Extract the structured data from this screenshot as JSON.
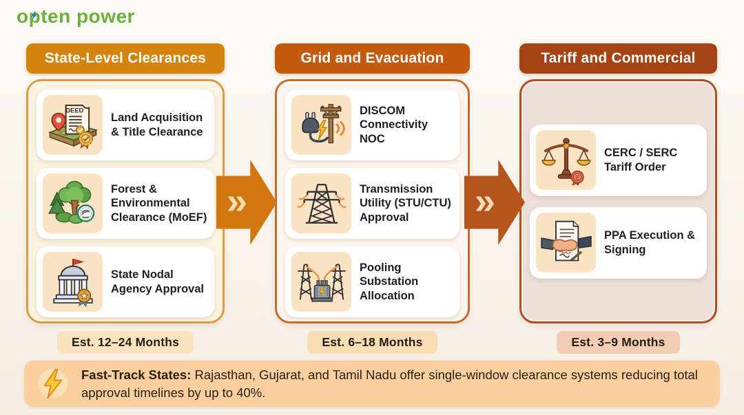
{
  "logo": {
    "part1": "o",
    "part2": "p",
    "part3": "ten power"
  },
  "columns": [
    {
      "header": "State-Level Clearances",
      "estimate": "Est. 12–24 Months",
      "items": [
        {
          "icon": "deed-document-icon",
          "label": "Land Acquisition & Title Clearance"
        },
        {
          "icon": "forest-icon",
          "label": "Forest & Environmental Clearance (MoEF)"
        },
        {
          "icon": "government-building-icon",
          "label": "State Nodal Agency Approval"
        }
      ]
    },
    {
      "header": "Grid and Evacuation",
      "estimate": "Est. 6–18 Months",
      "items": [
        {
          "icon": "plug-pole-icon",
          "label": "DISCOM Connectivity NOC"
        },
        {
          "icon": "transmission-tower-icon",
          "label": "Transmission Utility (STU/CTU) Approval"
        },
        {
          "icon": "substation-icon",
          "label": "Pooling Substation Allocation"
        }
      ]
    },
    {
      "header": "Tariff and Commercial",
      "estimate": "Est. 3–9 Months",
      "items": [
        {
          "icon": "scales-icon",
          "label": "CERC / SERC Tariff Order"
        },
        {
          "icon": "handshake-icon",
          "label": "PPA Execution & Signing"
        }
      ]
    }
  ],
  "arrows": {
    "chevron_glyph": "»"
  },
  "icons": {
    "deed_text": "DEED"
  },
  "banner": {
    "title": "Fast-Track States:",
    "text": " Rajasthan, Gujarat, and Tamil Nadu offer single-window clearance systems reducing total approval timelines by up to 40%."
  },
  "colors": {
    "header_state_level": "#d5830f",
    "header_grid_evacuation": "#c35a0e",
    "header_tariff_commercial": "#a64315",
    "arrow_1": "#d2770e",
    "arrow_2": "#b5541b",
    "panel_1_bg": "#fdf3e2",
    "panel_1_border": "#e09a3d",
    "panel_2_bg": "#fdf6ef",
    "panel_2_border": "#c96b2b",
    "panel_3_bg": "#ece0d8",
    "panel_3_border": "#b0511d",
    "estimate_1_bg": "#fae3bd",
    "estimate_2_bg": "#f8dcb2",
    "estimate_3_bg": "#f2cdb4",
    "banner_bg": "#f8cf9d",
    "logo_green": "#6cb13f",
    "logo_bolt_blue": "#2f6fd0"
  }
}
